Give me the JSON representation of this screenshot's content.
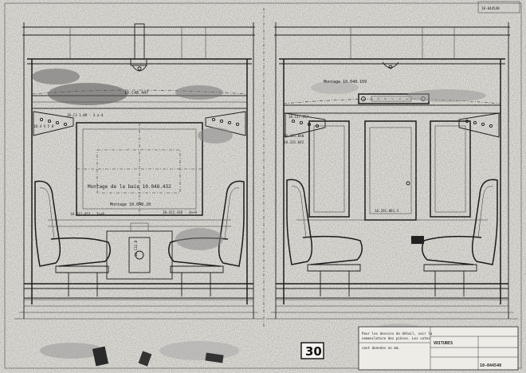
{
  "drawing": {
    "left_view": {
      "ref_top": "10.C48.447",
      "ref_left_a": "10.C3 1.08 - 3.a-4",
      "ref_left_b": "10.4 4 5 0",
      "ref_center": "Montage de la baie 10.048.432",
      "ref_mount": "Montage 10.048.20",
      "ref_low_a": "10.412.457 - 3a+8",
      "ref_low_b": "10.412.436 - 3a+8",
      "ref_vert": "10.C32.B"
    },
    "right_view": {
      "ref_top": "Montage 10.048.169",
      "ref_left_a": "10.C47.457",
      "ref_panel_a": "10.331.840",
      "ref_panel_b": "10.331.842",
      "ref_door": "10.291.081.3"
    },
    "sheet_number": "30",
    "title_block": {
      "heading": "VOITURES",
      "drawing_number": "10-044540",
      "notes": [
        "Pour les dessins de détail, voir la",
        "nomenclature des pièces. Les cotes",
        "sont données en mm."
      ]
    },
    "corner_stamp": "10-044540"
  }
}
